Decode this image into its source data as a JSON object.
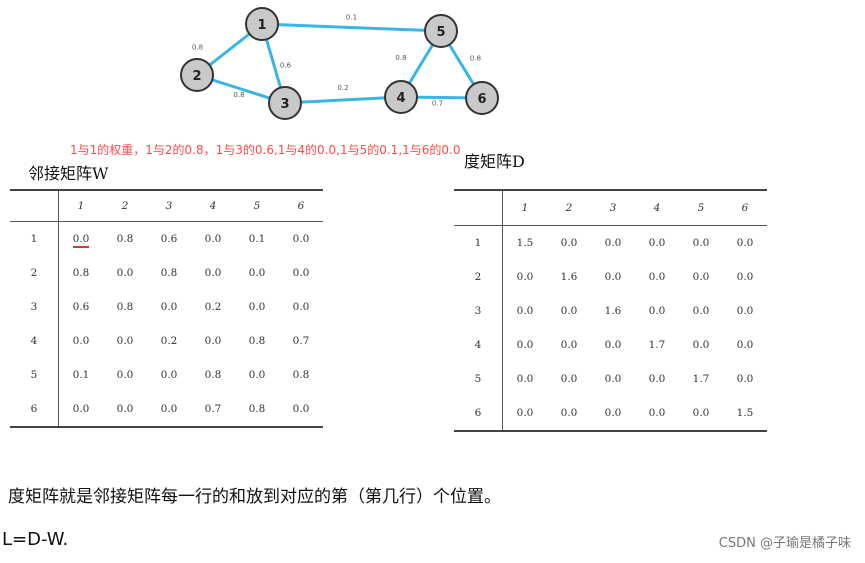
{
  "graph": {
    "nodes": [
      "1",
      "2",
      "3",
      "4",
      "5",
      "6"
    ],
    "edges": [
      {
        "from": "1",
        "to": "2",
        "weight": "0.8"
      },
      {
        "from": "1",
        "to": "3",
        "weight": "0.6"
      },
      {
        "from": "1",
        "to": "5",
        "weight": "0.1"
      },
      {
        "from": "2",
        "to": "3",
        "weight": "0.8"
      },
      {
        "from": "3",
        "to": "4",
        "weight": "0.2"
      },
      {
        "from": "4",
        "to": "5",
        "weight": "0.8"
      },
      {
        "from": "4",
        "to": "6",
        "weight": "0.7"
      },
      {
        "from": "5",
        "to": "6",
        "weight": "0.8"
      }
    ]
  },
  "annotation": "1与1的权重，1与2的0.8，1与3的0.6,1与4的0.0,1与5的0.1,1与6的0.0",
  "w_matrix": {
    "title": "邻接矩阵W",
    "headers": [
      "1",
      "2",
      "3",
      "4",
      "5",
      "6"
    ],
    "row_labels": [
      "1",
      "2",
      "3",
      "4",
      "5",
      "6"
    ],
    "rows": [
      [
        "0.0",
        "0.8",
        "0.6",
        "0.0",
        "0.1",
        "0.0"
      ],
      [
        "0.8",
        "0.0",
        "0.8",
        "0.0",
        "0.0",
        "0.0"
      ],
      [
        "0.6",
        "0.8",
        "0.0",
        "0.2",
        "0.0",
        "0.0"
      ],
      [
        "0.0",
        "0.0",
        "0.2",
        "0.0",
        "0.8",
        "0.7"
      ],
      [
        "0.1",
        "0.0",
        "0.0",
        "0.8",
        "0.0",
        "0.8"
      ],
      [
        "0.0",
        "0.0",
        "0.0",
        "0.7",
        "0.8",
        "0.0"
      ]
    ]
  },
  "d_matrix": {
    "title": "度矩阵D",
    "headers": [
      "1",
      "2",
      "3",
      "4",
      "5",
      "6"
    ],
    "row_labels": [
      "1",
      "2",
      "3",
      "4",
      "5",
      "6"
    ],
    "rows": [
      [
        "1.5",
        "0.0",
        "0.0",
        "0.0",
        "0.0",
        "0.0"
      ],
      [
        "0.0",
        "1.6",
        "0.0",
        "0.0",
        "0.0",
        "0.0"
      ],
      [
        "0.0",
        "0.0",
        "1.6",
        "0.0",
        "0.0",
        "0.0"
      ],
      [
        "0.0",
        "0.0",
        "0.0",
        "1.7",
        "0.0",
        "0.0"
      ],
      [
        "0.0",
        "0.0",
        "0.0",
        "0.0",
        "1.7",
        "0.0"
      ],
      [
        "0.0",
        "0.0",
        "0.0",
        "0.0",
        "0.0",
        "1.5"
      ]
    ]
  },
  "explanation": "度矩阵就是邻接矩阵每一行的和放到对应的第（第几行）个位置。",
  "formula": "L=D-W.",
  "watermark": "CSDN @子瑜是橘子味",
  "colors": {
    "edge": "#36b6e4",
    "annotation": "#ff4b4b",
    "highlight": "#e2342b"
  }
}
